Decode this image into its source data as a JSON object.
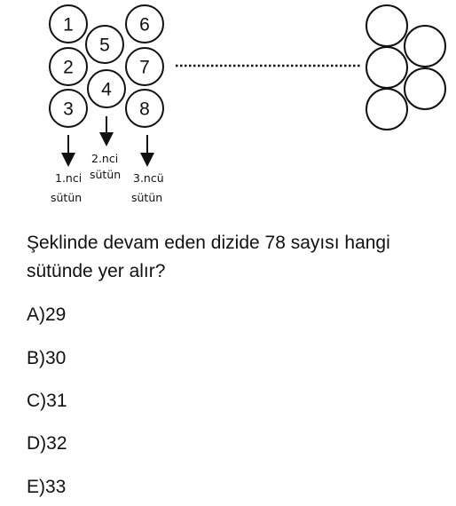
{
  "figure": {
    "circles": [
      "1",
      "2",
      "3",
      "5",
      "4",
      "6",
      "7",
      "8"
    ],
    "column_labels": {
      "col1_line1": "1.nci",
      "col1_line2": "sütün",
      "col2_line1": "2.nci",
      "col2_line2": "sütün",
      "col3_line1": "3.ncü",
      "col3_line2": "sütün"
    }
  },
  "question": {
    "text": "Şeklinde devam eden dizide 78 sayısı hangi sütünde yer alır?"
  },
  "choices": [
    "A)29",
    "B)30",
    "C)31",
    "D)32",
    "E)33"
  ]
}
